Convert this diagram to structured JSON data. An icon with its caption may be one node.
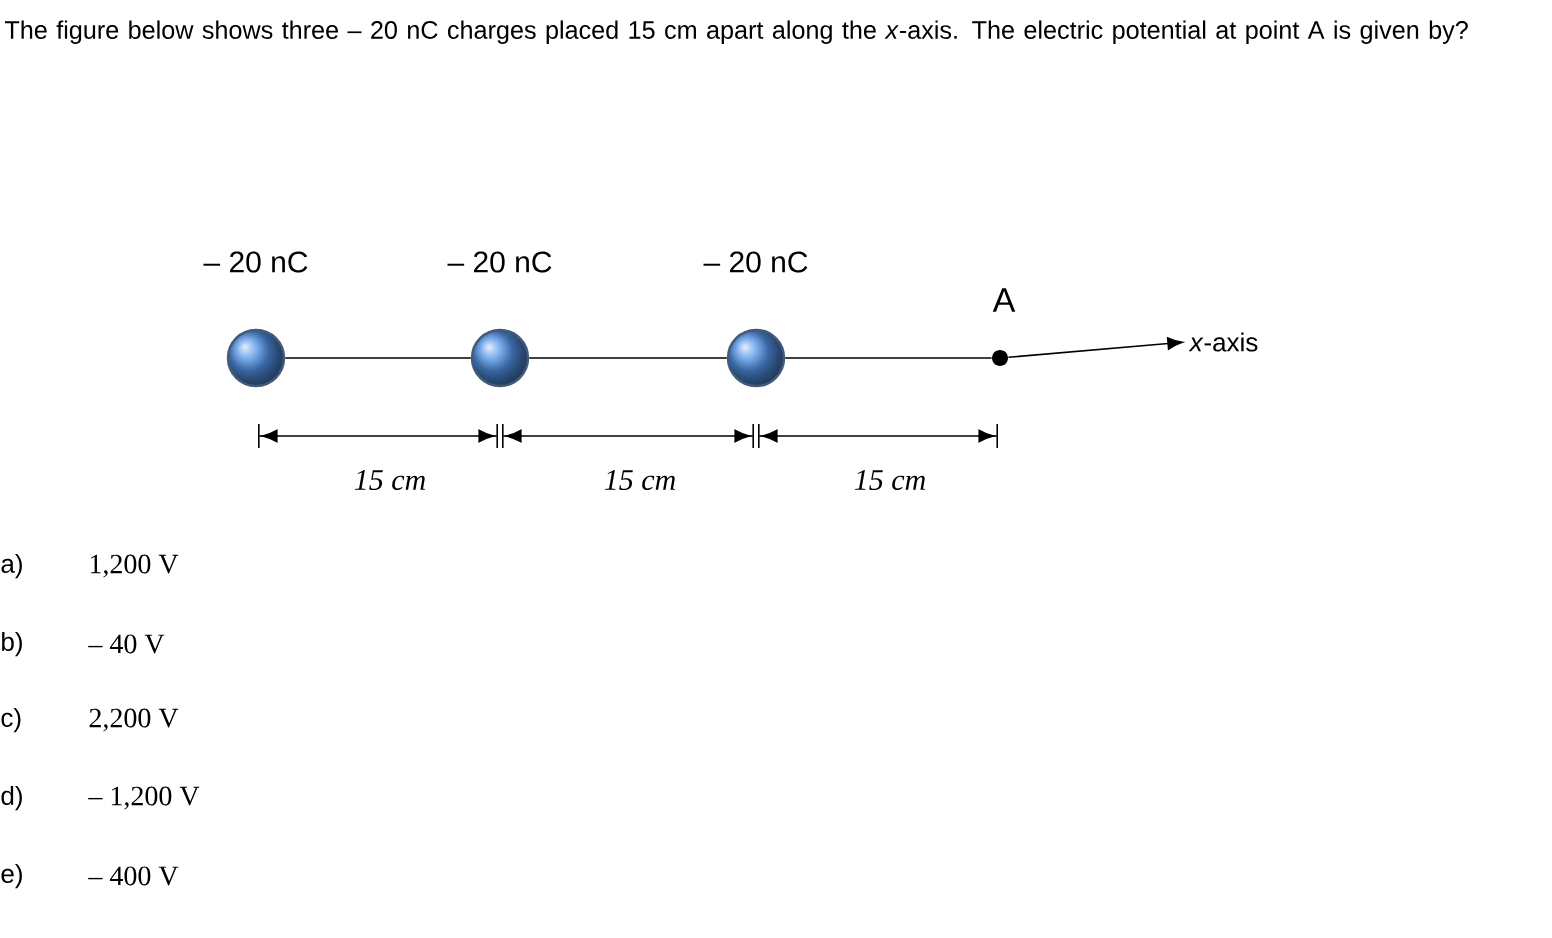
{
  "diagram": {
    "title": "The figure below shows three – 20 nC charges placed 15 cm apart along the *x*-axis. The electric potential at point A is given by?",
    "nodes": [
      {
        "text": [
          "– 20 nC"
        ]
      },
      {
        "text": [
          "– 20 nC"
        ]
      },
      {
        "text": [
          "– 20 nC"
        ]
      },
      {
        "text": [
          "A"
        ]
      },
      {
        "text": [
          "*x*-axis"
        ]
      }
    ],
    "edges": [
      {
        "from": 0,
        "to": 1,
        "arrow": "none"
      },
      {
        "from": 1,
        "to": 2,
        "arrow": "none"
      },
      {
        "from": 2,
        "to": 3,
        "arrow": "none"
      },
      {
        "from": 3,
        "to": 4,
        "arrow": "to"
      }
    ],
    "labels": [
      "15 cm",
      "15 cm",
      "15 cm",
      "a)",
      "1,200 V",
      "b)",
      "– 40 V",
      "c)",
      "2,200 V",
      "d)",
      "– 1,200 V",
      "e)",
      "– 400 V"
    ]
  }
}
